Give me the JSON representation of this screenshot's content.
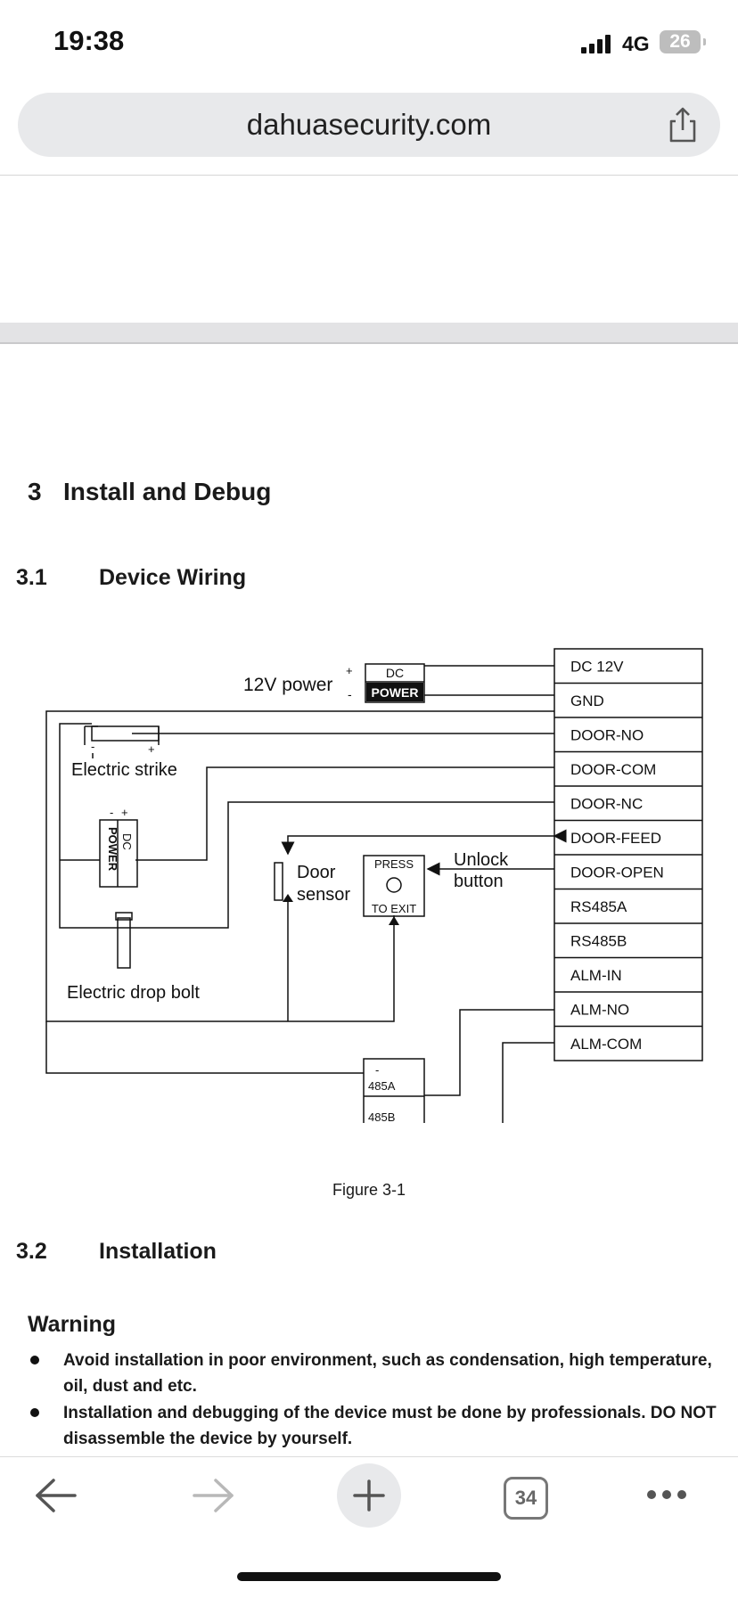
{
  "status": {
    "time": "19:38",
    "network": "4G",
    "battery": "26"
  },
  "browser": {
    "url": "dahuasecurity.com",
    "tab_count": "34"
  },
  "doc": {
    "section3": {
      "number": "3",
      "title": "Install and Debug"
    },
    "section31": {
      "number": "3.1",
      "title": "Device Wiring"
    },
    "figure": {
      "caption": "Figure 3-1",
      "power_label": "12V power",
      "plus": "+",
      "minus": "-",
      "dc_top": "DC",
      "dc_power": "POWER",
      "electric_strike": "Electric strike",
      "electric_drop_bolt": "Electric drop bolt",
      "door_sensor_1": "Door",
      "door_sensor_2": "sensor",
      "press": "PRESS",
      "to_exit": "TO EXIT",
      "unlock_1": "Unlock",
      "unlock_2": "button",
      "side_power": "POWER",
      "side_dc": "DC",
      "rs485a": "485A",
      "rs485b": "485B",
      "terminals": [
        "DC 12V",
        "GND",
        "DOOR-NO",
        "DOOR-COM",
        "DOOR-NC",
        "DOOR-FEED",
        "DOOR-OPEN",
        "RS485A",
        "RS485B",
        "ALM-IN",
        "ALM-NO",
        "ALM-COM"
      ]
    },
    "section32": {
      "number": "3.2",
      "title": "Installation"
    },
    "warning": {
      "title": "Warning",
      "items": [
        "Avoid installation in poor environment, such as condensation, high temperature, oil, dust and etc.",
        "Installation and debugging of the device must be done by professionals. DO NOT disassemble the device by yourself."
      ]
    }
  }
}
